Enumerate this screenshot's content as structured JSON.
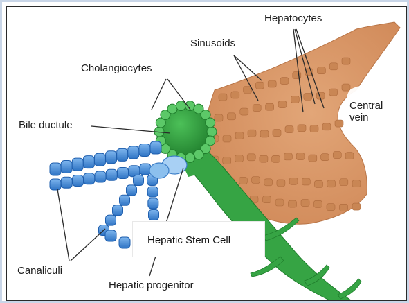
{
  "labels": {
    "hepatocytes": "Hepatocytes",
    "sinusoids": "Sinusoids",
    "cholangiocytes": "Cholangiocytes",
    "central_vein": "Central\nvein",
    "bile_ductule": "Bile ductule",
    "canaliculi": "Canaliculi",
    "hepatic_progenitor": "Hepatic progenitor",
    "hepatic_stem_cell": "Hepatic Stem Cell"
  },
  "colors": {
    "hepatocyte_tissue": "#d99868",
    "hepatocyte_cell": "#c07a4a",
    "cholangiocyte_green": "#2e9a3e",
    "ductule_green": "#38a846",
    "canaliculi_blue": "#4a8fd8",
    "progenitor_blue": "#8cc0ee",
    "frame_border": "#c9d6e8"
  }
}
